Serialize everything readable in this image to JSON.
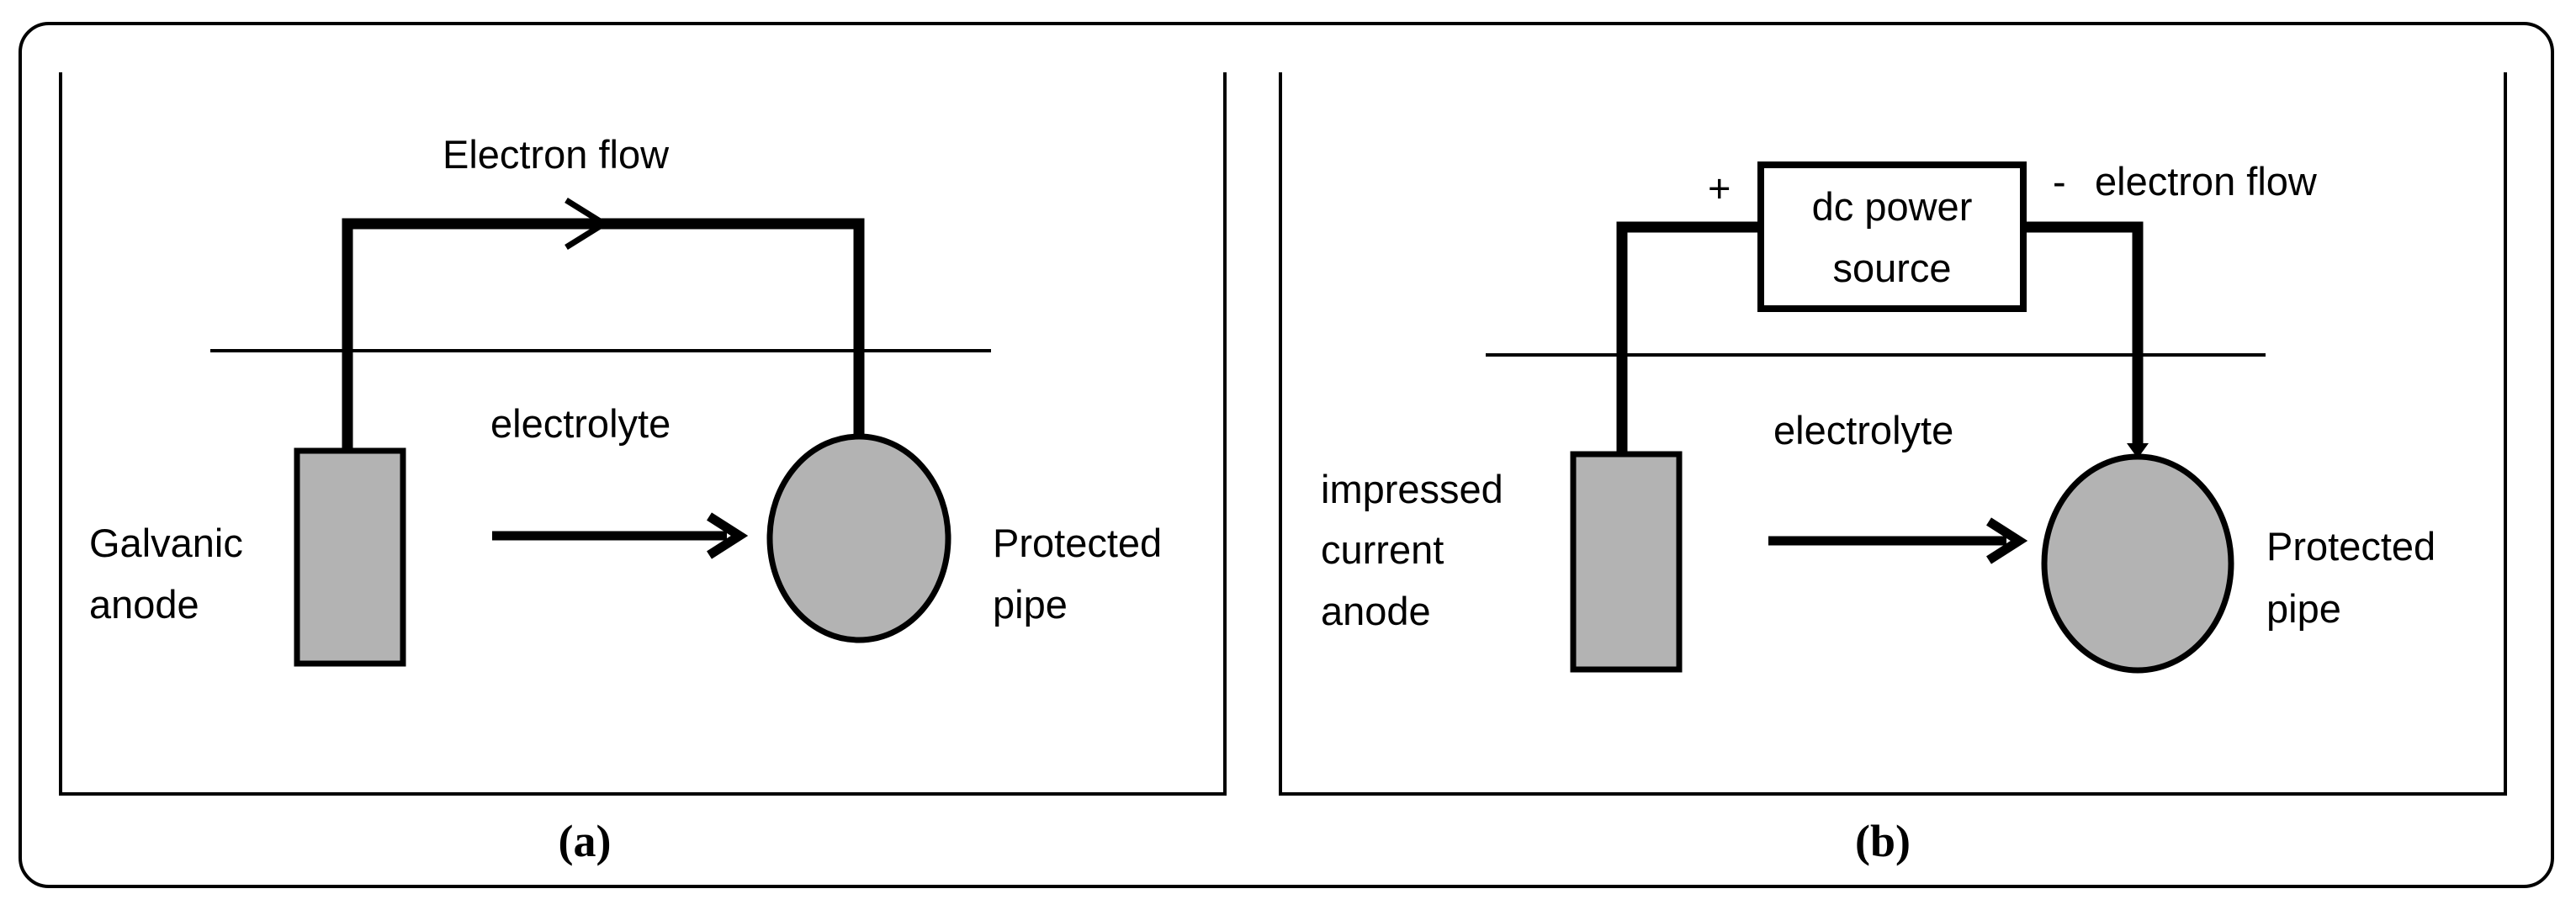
{
  "colors": {
    "line": "#000000",
    "fill": "#b3b3b3",
    "background": "#ffffff"
  },
  "panel_a": {
    "caption": "(a)",
    "top_label": "Electron flow",
    "electrolyte": "electrolyte",
    "anode_line1": "Galvanic",
    "anode_line2": "anode",
    "pipe_line1": "Protected",
    "pipe_line2": "pipe"
  },
  "panel_b": {
    "caption": "(b)",
    "plus": "+",
    "minus": "-",
    "flow_label": "electron flow",
    "source_line1": "dc power",
    "source_line2": "source",
    "electrolyte": "electrolyte",
    "anode_line1": "impressed",
    "anode_line2": "current",
    "anode_line3": "anode",
    "pipe_line1": "Protected",
    "pipe_line2": "pipe"
  }
}
